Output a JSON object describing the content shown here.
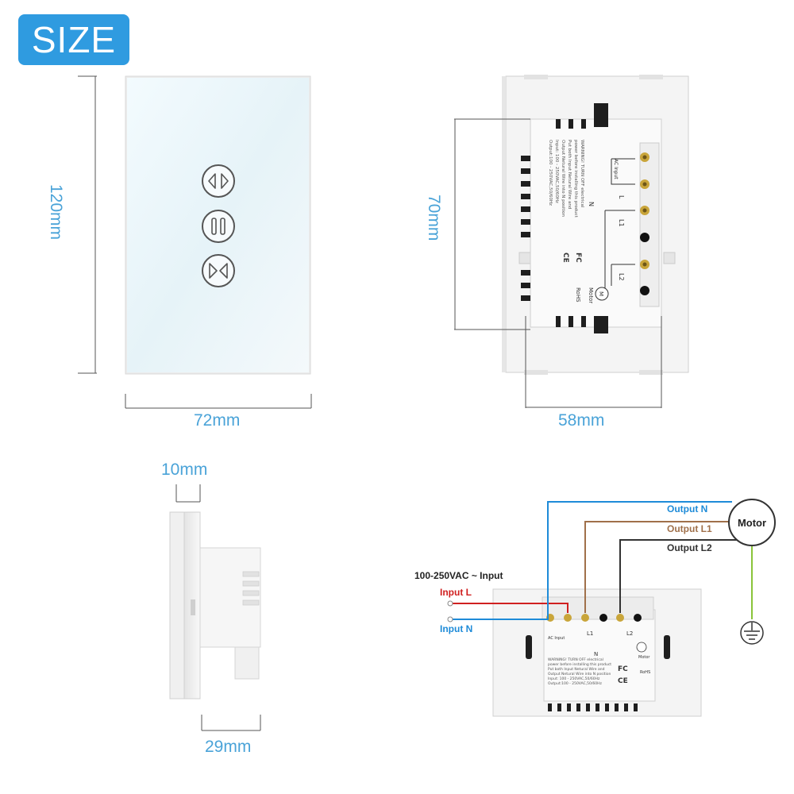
{
  "badge": {
    "label": "SIZE"
  },
  "dimensions": {
    "front_height": "120mm",
    "front_width": "72mm",
    "back_height": "70mm",
    "back_width": "58mm",
    "glass_depth": "10mm",
    "body_depth": "29mm"
  },
  "front_panel": {
    "buttons": [
      "open-icon",
      "pause-icon",
      "close-icon"
    ]
  },
  "back_panel": {
    "terminal_n": "N",
    "terminal_ac_input": "AC Input",
    "terminal_l": "L",
    "terminal_l1": "L1",
    "terminal_l2": "L2",
    "motor_symbol": "M",
    "motor_label": "Motor",
    "cert_fc": "FC",
    "cert_ce": "CE",
    "cert_rohs": "RoHS",
    "warning_lines": [
      "WARNING! TURN OFF electrical",
      "power before installing this product",
      "Put both Input Netural Wire and",
      "Output Netural Wire into N position",
      "Input: 100 - 250VAC,50/60Hz",
      "Output:100 - 250VAC,50/60Hz"
    ]
  },
  "wiring": {
    "supply": "100-250VAC ~ Input",
    "input_l": "Input L",
    "input_n": "Input N",
    "output_n": "Output N",
    "output_l1": "Output L1",
    "output_l2": "Output L2",
    "motor": "Motor"
  },
  "colors": {
    "accent": "#2f9be0",
    "dimension_text": "#4aa3d8",
    "wire_blue": "#1e8bd8",
    "wire_brown": "#a0704a",
    "wire_black": "#333333",
    "wire_red": "#d02020",
    "wire_ground": "#8ac43a"
  }
}
